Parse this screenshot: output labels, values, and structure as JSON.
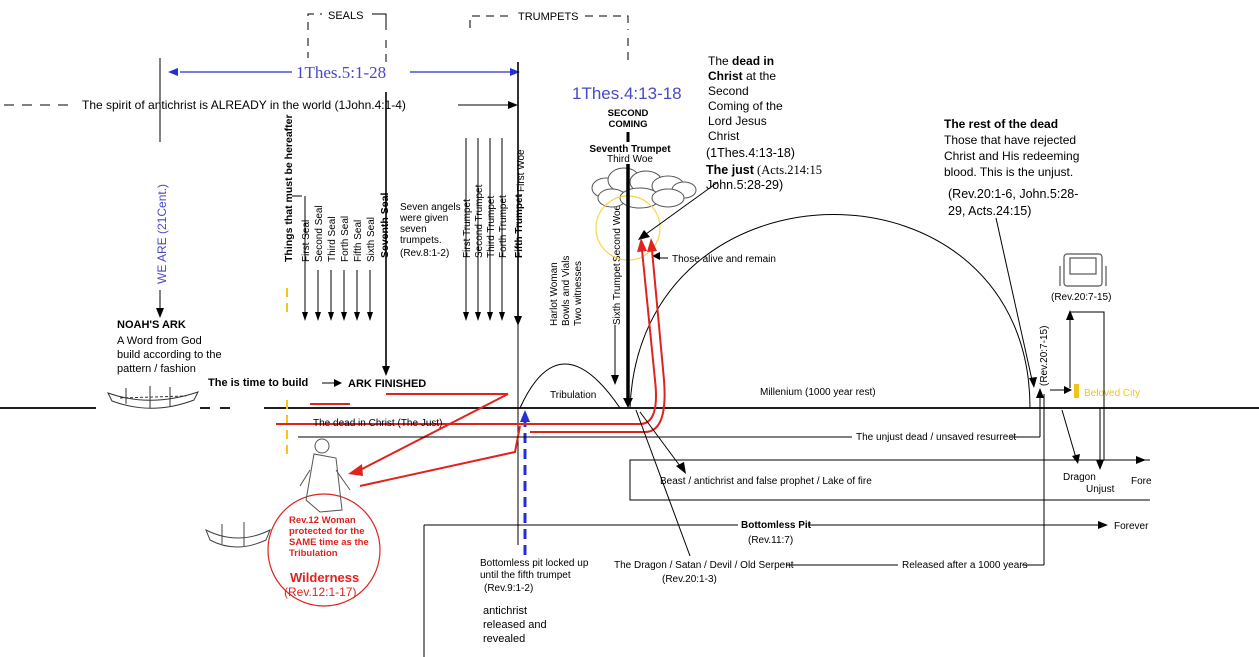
{
  "brackets": {
    "seals": "SEALS",
    "trumpets": "TRUMPETS"
  },
  "scripture": {
    "thes5": "1Thes.5:1-28",
    "thes4": "1Thes.4:13-18"
  },
  "antichrist_line": {
    "text": "The spirit of antichrist is ALREADY in the world (1John.4:1-4)"
  },
  "we_are": "WE ARE (21Cent.)",
  "seals": {
    "things_hereafter": "Things that must be hereafter",
    "items": [
      "First Seal",
      "Second Seal",
      "Third Seal",
      "Forth Seal",
      "Fifth Seal",
      "Sixth Seal"
    ],
    "seventh": "Seventh Seal",
    "seven_angels": [
      "Seven angels",
      "were given",
      "seven",
      "trumpets.",
      "(Rev.8:1-2)"
    ]
  },
  "trumpets": {
    "items": [
      "First Trumpet",
      "Second Trumpet",
      "Third Trumpet",
      "Forth Trumpet"
    ],
    "fifth": "Fifth Trumpet",
    "first_woe": "First Woe",
    "harlot": [
      "Harlot Woman",
      "Bowls and Vials",
      "Two witnesses"
    ],
    "sixth": "Sixth Trumpet",
    "second_woe": "Second Woe"
  },
  "second_coming": {
    "label": [
      "SECOND",
      "COMING"
    ],
    "seventh_trumpet": "Seventh Trumpet",
    "third_woe": "Third Woe"
  },
  "dead_in_christ_note": {
    "line1_pre": "The ",
    "line1_bold": "dead in",
    "line2_bold": "Christ",
    "line2_post": " at the",
    "lines": [
      "Second",
      "Coming of the",
      "Lord Jesus",
      "Christ"
    ],
    "ref": "(1Thes.4:13-18)",
    "just_bold": "The just",
    "just_ref": " (Acts.214:15",
    "john": "John.5:28-29)"
  },
  "rest_of_dead": {
    "title": "The rest of the dead",
    "lines": [
      "Those that have rejected",
      "Christ and His redeeming",
      "blood. This is the unjust."
    ],
    "refs": [
      "(Rev.20:1-6, John.5:28-",
      "29, Acts.24:15)"
    ]
  },
  "noah": {
    "title": "NOAH'S ARK",
    "lines": [
      "A Word from God",
      "build according to the",
      "pattern / fashion"
    ],
    "time_to_build": "The is time to build",
    "ark_finished": "ARK FINISHED"
  },
  "timeline": {
    "tribulation": "Tribulation",
    "millenium": "Millenium (1000 year rest)",
    "beloved_city": "Beloved City",
    "those_alive": "Those alive and remain",
    "dead_in_christ": "The dead in Christ (The Just)",
    "unjust_dead": "The unjust dead / unsaved resurrect",
    "beast": "Beast / antichrist and false prophet / Lake of fire",
    "bottomless_pit": "Bottomless Pit",
    "rev11": "(Rev.11:7)",
    "forever": "Forever",
    "forever_short": "Fore",
    "dragon_line": "The Dragon / Satan / Devil / Old Serpent",
    "rev20_1_3": "(Rev.20:1-3)",
    "released": "Released after a 1000 years",
    "rev20_7_15": "(Rev.20:7-15)",
    "dragon": "Dragon",
    "unjust": "Unjust",
    "pit_locked": [
      "Bottomless pit locked up",
      "until the fifth trumpet",
      "(Rev.9:1-2)"
    ],
    "antichrist_released": [
      "antichrist",
      "released and",
      "revealed"
    ]
  },
  "wilderness": {
    "note": [
      "Rev.12 Woman",
      "protected for the",
      "SAME time as the",
      "Tribulation"
    ],
    "title": "Wilderness",
    "ref": "(Rev.12:1-17)"
  },
  "colors": {
    "blue": "#2430d6",
    "blue_text": "#4848c8",
    "red": "#e0231f",
    "yellow": "#f7c325",
    "gold_text": "#f0c419"
  }
}
